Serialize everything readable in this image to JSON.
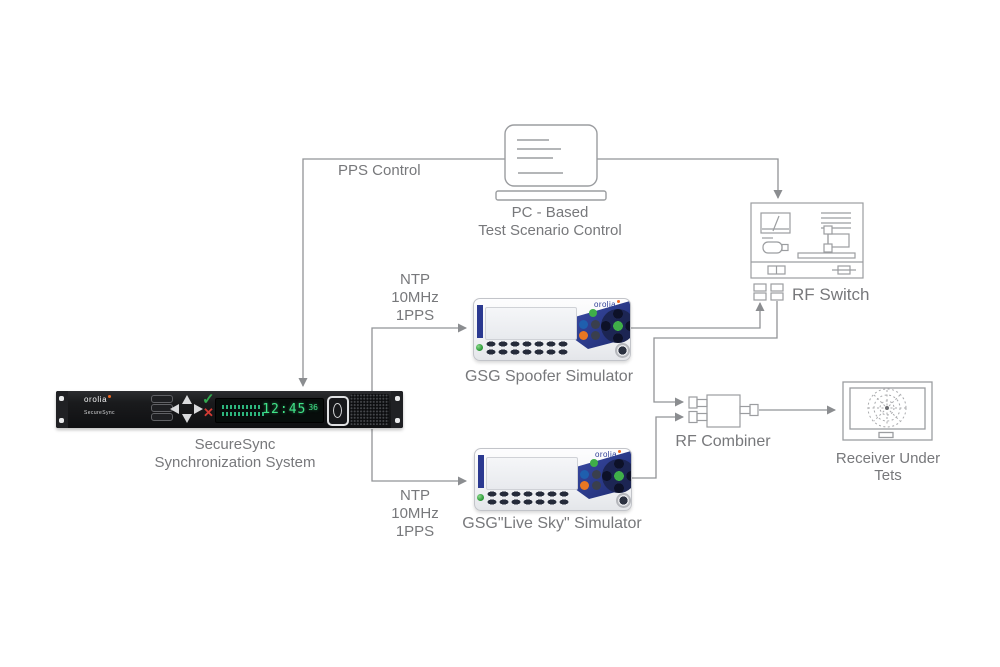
{
  "diagram": {
    "pps_control": "PPS Control",
    "pc_label": [
      "PC - Based",
      "Test Scenario Control"
    ],
    "signals_top": [
      "NTP",
      "10MHz",
      "1PPS"
    ],
    "signals_bottom": [
      "NTP",
      "10MHz",
      "1PPS"
    ],
    "rf_switch_label": "RF Switch",
    "rf_combiner_label": "RF Combiner",
    "receiver_label": [
      "Receiver Under",
      "Tets"
    ],
    "securesync_label": [
      "SecureSync",
      "Synchronization System"
    ],
    "gsg_spoofer_label": "GSG Spoofer Simulator",
    "gsg_livesky_label": "GSG\"Live Sky\" Simulator"
  },
  "devices": {
    "securesync": {
      "brand": "orolia",
      "name": "SecureSync",
      "clock_time": "12:45",
      "clock_seconds": "36",
      "check_icon": "✓",
      "x_icon": "✕"
    },
    "gsg_spoofer": {
      "brand": "orolia"
    },
    "gsg_livesky": {
      "brand": "orolia"
    }
  },
  "colors": {
    "connector_line": "#919396",
    "icon_stroke": "#9b9da0",
    "label_text": "#77787b",
    "gsg_navy": "#2b3990",
    "brand_orange": "#f26822",
    "led_green": "#3fae49",
    "display_green": "#40e388",
    "status_check_green": "#33a94f",
    "status_x_red": "#d23b34"
  }
}
